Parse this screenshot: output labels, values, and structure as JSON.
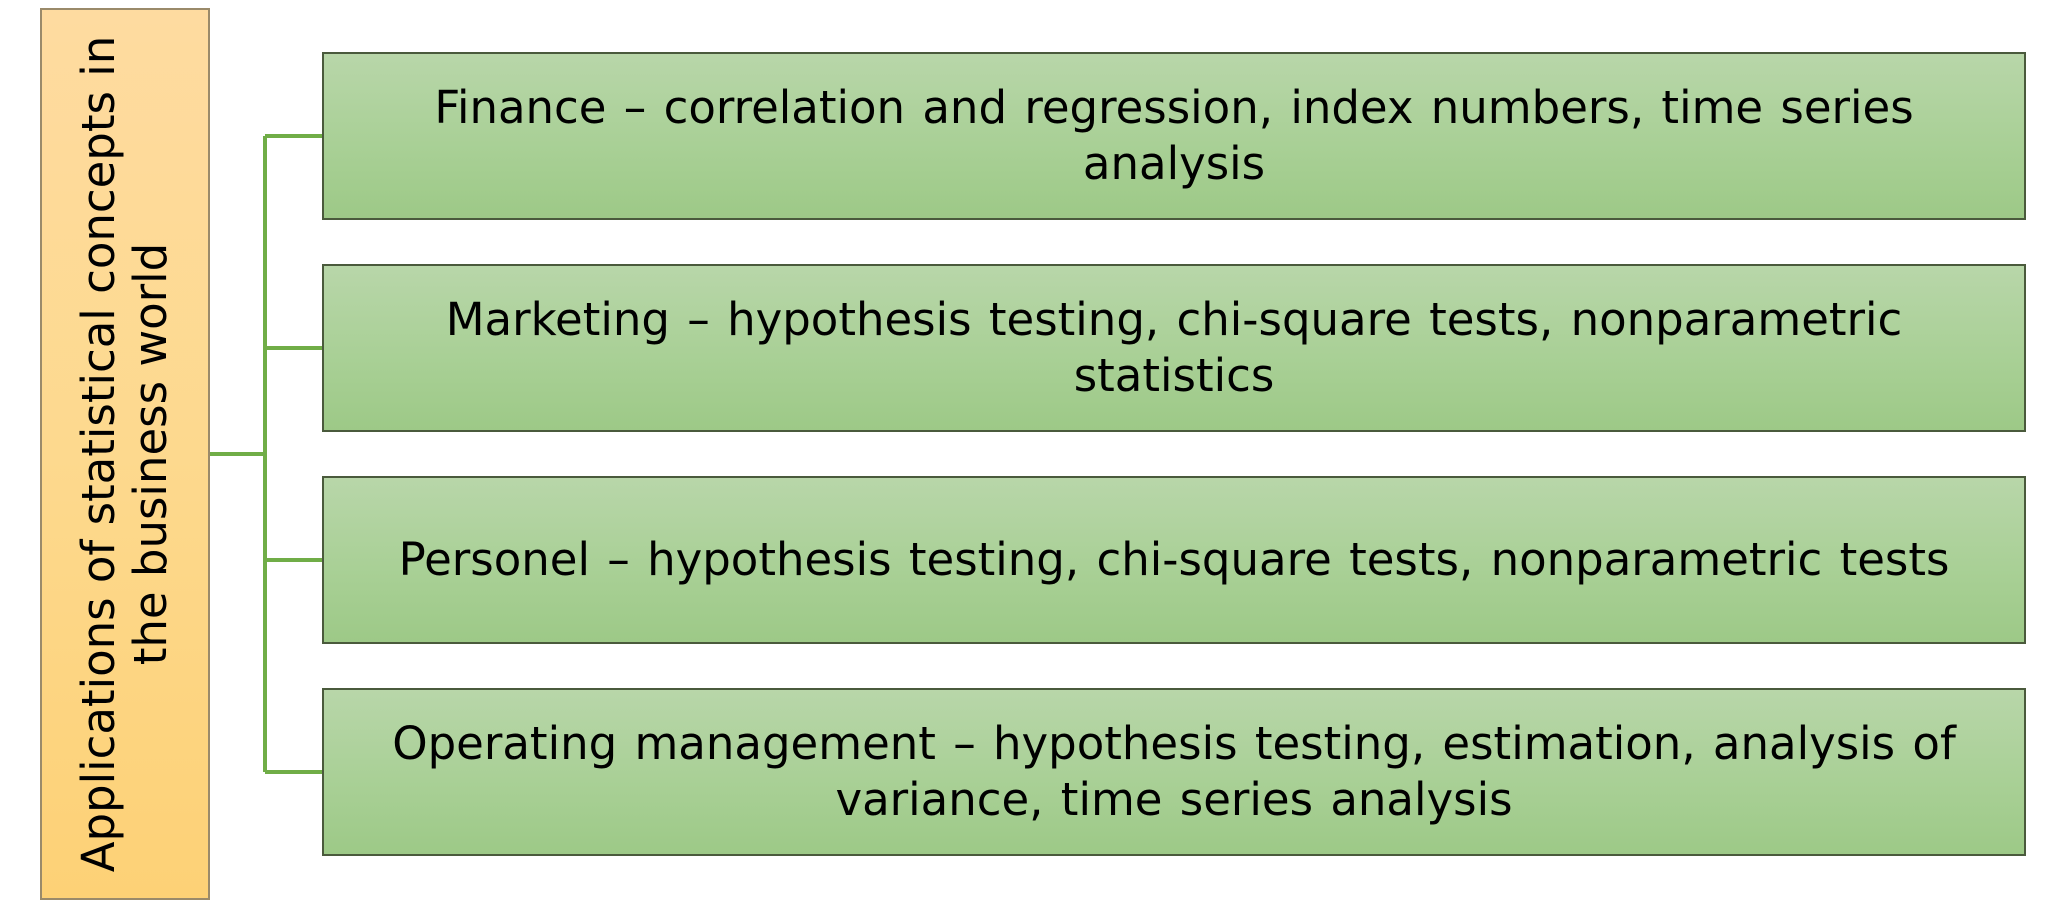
{
  "colors": {
    "root_fill": "#fdd98e",
    "branch_fill": "#a9d096",
    "connector": "#70ad47"
  },
  "root": {
    "label": "Applications of statistical concepts in the business world"
  },
  "branches": [
    {
      "label": "Finance – correlation and regression, index numbers, time series analysis"
    },
    {
      "label": "Marketing – hypothesis testing, chi-square tests, nonparametric statistics"
    },
    {
      "label": "Personel – hypothesis testing, chi-square tests, nonparametric tests"
    },
    {
      "label": "Operating  management – hypothesis testing, estimation, analysis of variance, time series analysis"
    }
  ]
}
